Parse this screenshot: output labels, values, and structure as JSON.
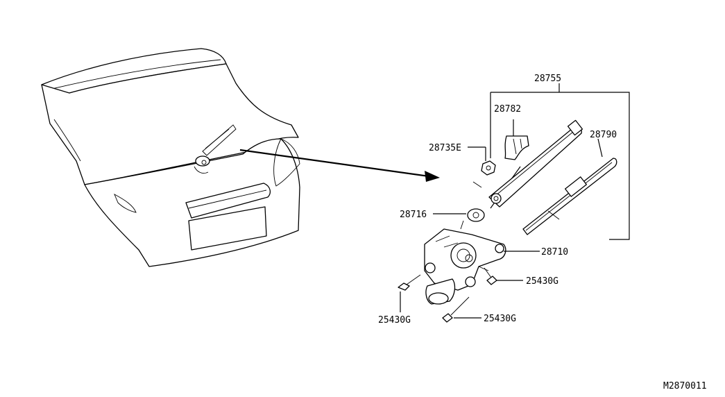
{
  "parts": {
    "p28755": "28755",
    "p28782": "28782",
    "p28790": "28790",
    "p28735E": "28735E",
    "p28716": "28716",
    "p28710": "28710",
    "p25430G_right": "25430G",
    "p25430G_left": "25430G",
    "p25430G_bottom": "25430G"
  },
  "diagram_id": "M2870011"
}
